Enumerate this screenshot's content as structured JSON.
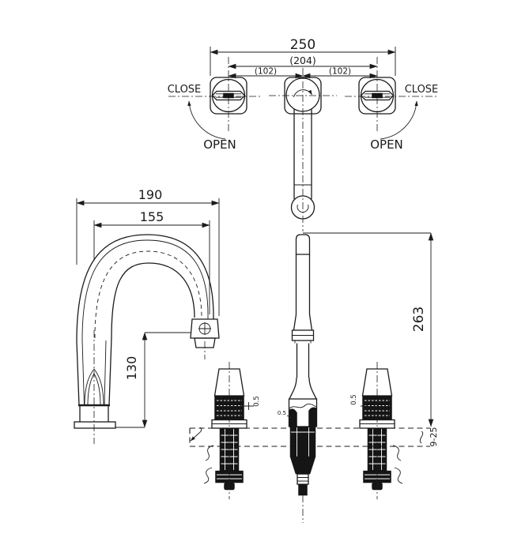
{
  "drawing": {
    "background": "#ffffff",
    "line_color": "#1b1b1b",
    "views": {
      "top": {
        "dim_overall_width": "250",
        "dim_handle_spacing": "(204)",
        "dim_left_spacing": "(102)",
        "dim_right_spacing": "(102)",
        "left_handle": {
          "close": "CLOSE",
          "open": "OPEN"
        },
        "right_handle": {
          "close": "CLOSE",
          "open": "OPEN"
        }
      },
      "side": {
        "dim_total_reach": "190",
        "dim_spout_reach": "155",
        "dim_spout_height": "130"
      },
      "front": {
        "dim_total_height": "263",
        "dim_deck_thickness": "9-25",
        "gap_left": "0.5",
        "gap_right": "0.5",
        "gap_center": "0.5"
      }
    }
  }
}
